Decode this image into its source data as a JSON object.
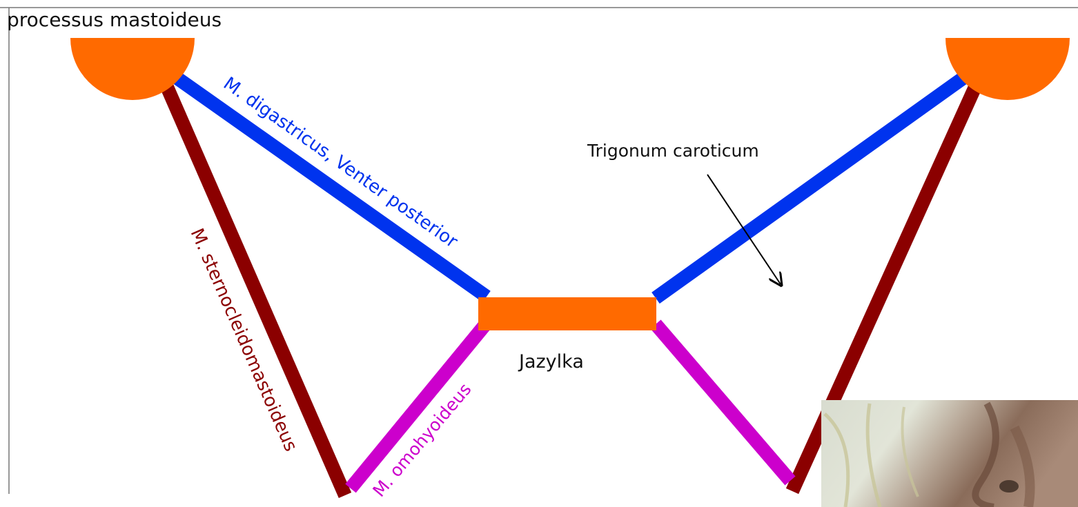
{
  "labels": {
    "processus": "processus mastoideus",
    "digastricus": "M. digastricus, Venter posterior",
    "sterno": "M. sternocleidomastoideus",
    "omohyoideus": "M. omohyoideus",
    "trigonum": "Trigonum caroticum",
    "jazylka": "Jazylka"
  },
  "colors": {
    "bone": "#ff6a00",
    "digastricus": "#0033ee",
    "sterno": "#8b0000",
    "omohyoideus": "#cc00cc",
    "text": "#111111",
    "frame": "#777777"
  }
}
